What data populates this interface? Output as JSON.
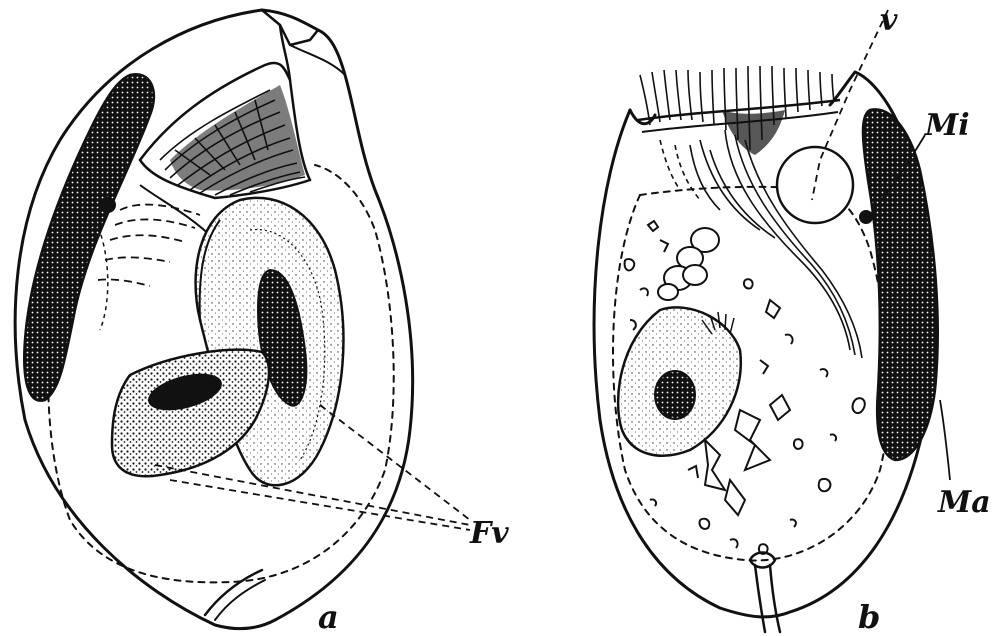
{
  "labels": {
    "fv": "Fv",
    "v": "v",
    "mi": "Mi",
    "ma": "Ma",
    "panel_a": "a",
    "panel_b": "b"
  },
  "colors": {
    "ink": "#111111",
    "paper": "#ffffff"
  }
}
